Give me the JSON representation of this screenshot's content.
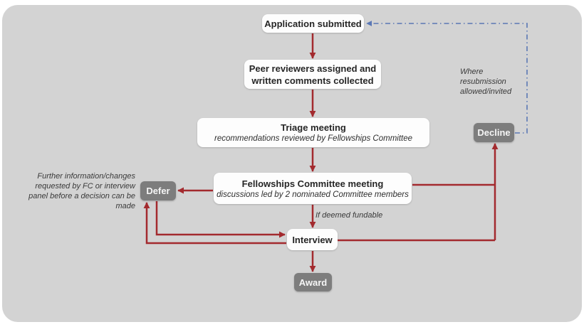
{
  "diagram": {
    "title_semantic": "Fellowship application review process flowchart",
    "nodes": {
      "application": {
        "label": "Application submitted"
      },
      "peer_review": {
        "label": "Peer reviewers assigned and written comments collected"
      },
      "triage": {
        "title": "Triage meeting",
        "subtitle": "recommendations reviewed by Fellowships Committee"
      },
      "fc_meeting": {
        "title": "Fellowships Committee meeting",
        "subtitle": "discussions led by 2 nominated Committee members"
      },
      "interview": {
        "label": "Interview"
      },
      "defer": {
        "label": "Defer"
      },
      "decline": {
        "label": "Decline"
      },
      "award": {
        "label": "Award"
      }
    },
    "annotations": {
      "defer_note": "Further information/changes requested by FC or interview panel before a decision can be made",
      "decline_note": "Where resubmission allowed/invited",
      "fundable_note": "If deemed fundable"
    },
    "colors": {
      "arrow_red": "#a32a2e",
      "resubmission_blue": "#5a77b5",
      "gray_node": "#7d7d7d",
      "panel_background": "#d3d3d3",
      "white_node": "#fdfdfd"
    }
  }
}
